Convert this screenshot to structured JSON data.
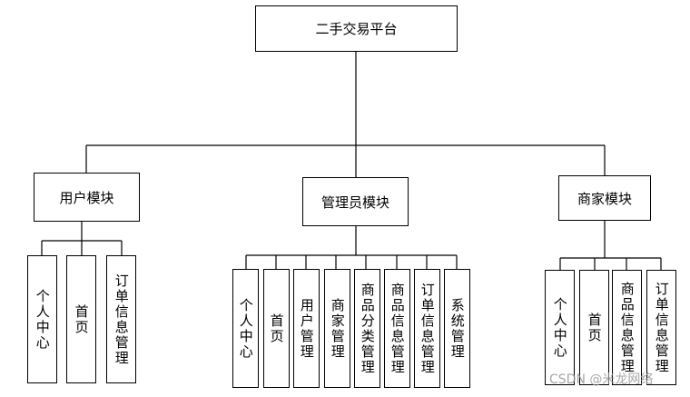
{
  "root": {
    "label": "二手交易平台"
  },
  "modules": [
    {
      "label": "用户模块",
      "children": [
        "个人中心",
        "首页",
        "订单信息管理"
      ]
    },
    {
      "label": "管理员模块",
      "children": [
        "个人中心",
        "首页",
        "用户管理",
        "商家管理",
        "商品分类管理",
        "商品信息管理",
        "订单信息管理",
        "系统管理"
      ]
    },
    {
      "label": "商家模块",
      "children": [
        "个人中心",
        "首页",
        "商品信息管理",
        "订单信息管理"
      ]
    }
  ],
  "watermark": "CSDN @米龙网络",
  "colors": {
    "line": "#000000",
    "box_border": "#000000",
    "background": "#ffffff"
  }
}
